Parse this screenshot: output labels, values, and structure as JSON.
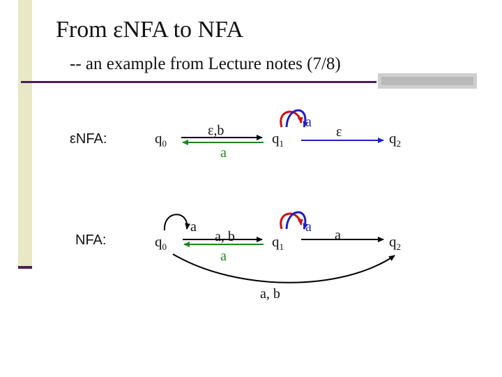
{
  "slide": {
    "title": "From εNFA to NFA",
    "subtitle": "-- an example from Lecture notes (7/8)"
  },
  "enfa": {
    "row_label": "εNFA:",
    "states": [
      {
        "name": "q",
        "sub": "0"
      },
      {
        "name": "q",
        "sub": "1"
      },
      {
        "name": "q",
        "sub": "2"
      }
    ],
    "labels": {
      "q0_q1": "ε,b",
      "q1_q0": "a",
      "q1_loop": "a",
      "q1_q2": "ε"
    }
  },
  "nfa": {
    "row_label": "NFA:",
    "states": [
      {
        "name": "q",
        "sub": "0"
      },
      {
        "name": "q",
        "sub": "1"
      },
      {
        "name": "q",
        "sub": "2"
      }
    ],
    "labels": {
      "q0_loop": "a",
      "q0_q1": "a, b",
      "q1_q0": "a",
      "q1_loop": "a",
      "q1_q2": "a",
      "q0_q2": "a, b"
    }
  },
  "colors": {
    "black_edge": "#000000",
    "green_edge": "#1a8a1a",
    "blue_edge": "#1f1fc8",
    "red_edge": "#d01010",
    "loop_blue_label": "#2a2ab8",
    "accent_bar": "#4a1f5a",
    "side_bar": "#e8e8c6"
  }
}
